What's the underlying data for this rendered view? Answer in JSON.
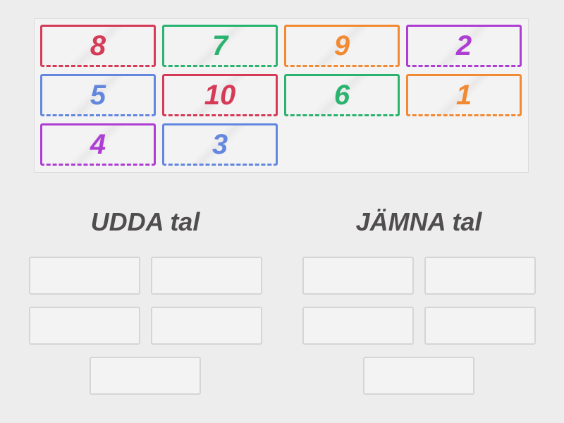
{
  "colors": {
    "page_bg": "#eeedee",
    "panel_bg": "#f4f3f4",
    "panel_border": "#dcdbdc",
    "slot_border": "#d6d5d6",
    "heading": "#4f4d4e",
    "red": "#d53b56",
    "green": "#2ab36f",
    "orange": "#f28a33",
    "purple": "#ae3ed3",
    "blue": "#6387de"
  },
  "pool": {
    "tiles": [
      {
        "value": "8",
        "color": "#d53b56"
      },
      {
        "value": "7",
        "color": "#2ab36f"
      },
      {
        "value": "9",
        "color": "#f28a33"
      },
      {
        "value": "2",
        "color": "#ae3ed3"
      },
      {
        "value": "5",
        "color": "#6387de"
      },
      {
        "value": "10",
        "color": "#d53b56"
      },
      {
        "value": "6",
        "color": "#2ab36f"
      },
      {
        "value": "1",
        "color": "#f28a33"
      },
      {
        "value": "4",
        "color": "#ae3ed3"
      },
      {
        "value": "3",
        "color": "#6387de"
      }
    ]
  },
  "groups": [
    {
      "title": "UDDA tal",
      "empty_slots": 5
    },
    {
      "title": "JÄMNA tal",
      "empty_slots": 5
    }
  ]
}
